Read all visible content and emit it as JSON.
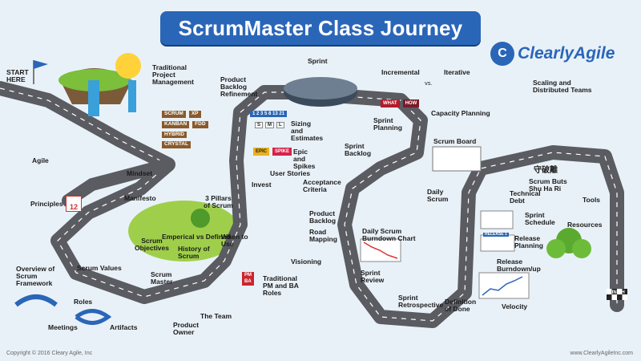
{
  "title": "ScrumMaster Class Journey",
  "brand": "ClearlyAgile",
  "footer": {
    "copyright": "Copyright © 2016 Cleary Agile, Inc",
    "website": "www.ClearlyAgileInc.com"
  },
  "start_label": "START HERE",
  "finish_label": "FINISH",
  "labels": {
    "traditional": "Traditional\nProject\nManagement",
    "sprint": "Sprint",
    "incremental": "Incremental",
    "vs": "vs.",
    "iterative": "Iterative",
    "scaling": "Scaling and\nDistributed Teams",
    "product_backlog_refinement": "Product\nBacklog\nRefinement",
    "sizing": "Sizing\nand\nEstimates",
    "capacity_planning": "Capacity Planning",
    "sprint_planning": "Sprint\nPlanning",
    "epic": "Epic\nand\nSpikes",
    "sprint_backlog": "Sprint\nBacklog",
    "scrum_board": "Scrum Board",
    "agile": "Agile",
    "mindset": "Mindset",
    "user_stories": "User Stories",
    "invest": "Invest",
    "acceptance_criteria": "Acceptance\nCriteria",
    "scrum_buts": "Scrum Buts\nShu Ha Ri",
    "principles": "Principles",
    "manifesto": "Manifesto",
    "three_pillars": "3 Pillars\nof Scrum",
    "technical_debt": "Technical\nDebt",
    "tools": "Tools",
    "daily_scrum": "Daily\nScrum",
    "product_backlog": "Product\nBacklog",
    "sprint_schedule": "Sprint\nSchedule",
    "scrum_objectives": "Scrum\nObjectives",
    "emperical": "Emperical vs Defined",
    "when_to_use": "When to\nUse",
    "history": "History of\nScrum",
    "road_mapping": "Road\nMapping",
    "daily_burndown": "Daily Scrum\nBurndown Chart",
    "resources": "Resources",
    "release_planning": "Release\nPlanning",
    "scrum_values": "Scrum Values",
    "visioning": "Visioning",
    "release_burndown": "Release\nBurndown/up",
    "overview": "Overview of\nScrum\nFramework",
    "scrum_master": "Scrum\nMaster",
    "traditional_roles": "Traditional\nPM and BA\nRoles",
    "sprint_review": "Sprint\nReview",
    "roles": "Roles",
    "sprint_retro": "Sprint\nRetrospective",
    "definition_done": "Definition\nof Done",
    "velocity": "Velocity",
    "meetings": "Meetings",
    "artifacts": "Artifacts",
    "the_team": "The Team",
    "product_owner": "Product\nOwner"
  },
  "signposts": [
    "SCRUM",
    "XP",
    "KANBAN",
    "FDD",
    "HYBRID",
    "CRYSTAL"
  ],
  "sizing_numbers": "1 2 3 5 8 13 21",
  "sizing_sizes": [
    "S",
    "M",
    "L"
  ],
  "epic_tags": [
    "EPIC",
    "SPIKE"
  ],
  "what_how": [
    "WHAT",
    "HOW"
  ],
  "pm_ba": [
    "PM",
    "BA"
  ],
  "kanji": "守破離",
  "release_tag": "RELEASE 1",
  "calendar_day": "12",
  "colors": {
    "road": "#5a5c61",
    "banner": "#2a66b8",
    "grass": "#8cc63f",
    "sky": "#e9f1f8"
  }
}
